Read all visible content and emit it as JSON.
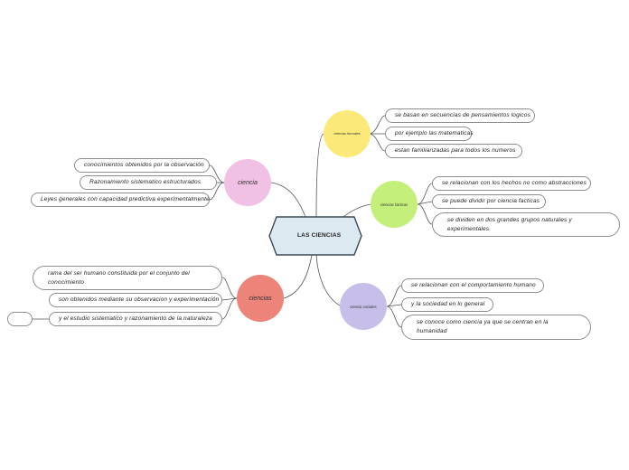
{
  "center": {
    "label": "LAS CIENCIAS"
  },
  "nodes": {
    "formales": {
      "label": "ciencias formales",
      "color": "#fbea7a",
      "items": [
        "se basan en secuencias de pensamientos logicos",
        "por ejemplo las matematicas",
        "estan familiarizadas para todos los numeros"
      ]
    },
    "facticas": {
      "label": "ciencias facticas",
      "color": "#c5ef7b",
      "items": [
        "se relacionan con los hechos no como abstracciones",
        "se puede dividir por ciencia facticas",
        "se dividen en dos grandes grupos naturales y experimentales"
      ]
    },
    "sociales": {
      "label": "ciencia sociales",
      "color": "#c7bfea",
      "items": [
        "se relacionan con el comportamiento humano",
        "y la sociedad en lo general",
        "se conoce como ciencia ya que se centran en la humanidad"
      ]
    },
    "ciencia": {
      "label": "ciencia",
      "color": "#f0c0e5",
      "items": [
        "conocimientos obtenidos por la observación",
        "Razonamiento sistematico estructurados",
        "Leyes generales con capacidad predictiva experimentalmente"
      ]
    },
    "ciencias": {
      "label": "ciencias",
      "color": "#ec8479",
      "items": [
        "rama del ser humano constituida por el conjunto del conocimiento",
        "son obtenidos mediante su observacion y experimentación",
        "y el estudio sistematico y razonamiento de la naturaleza"
      ]
    }
  }
}
